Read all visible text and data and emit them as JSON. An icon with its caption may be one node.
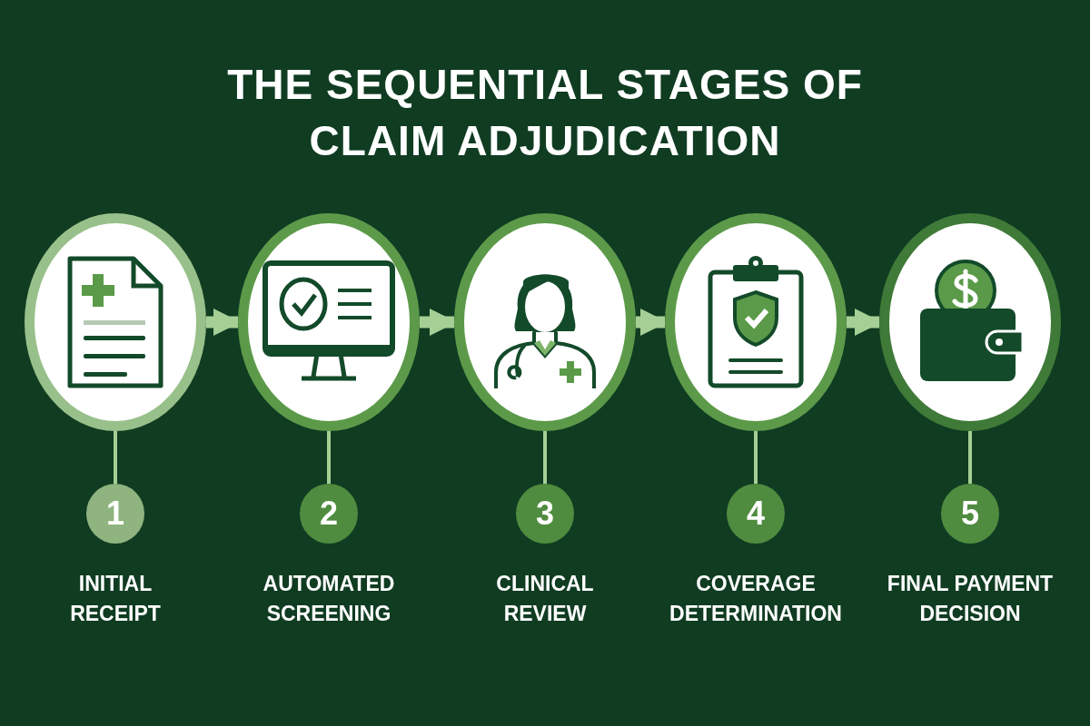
{
  "diagram": {
    "title": "THE SEQUENTIAL STAGES OF CLAIM ADJUDICATION",
    "nodes": [
      {
        "text": [],
        "shape": "circle"
      },
      {
        "text": [],
        "shape": "circle"
      },
      {
        "text": [],
        "shape": "circle"
      },
      {
        "text": [],
        "shape": "circle"
      },
      {
        "text": [],
        "shape": "circle"
      },
      {
        "text": [
          "1"
        ],
        "beside": [
          "INITIAL RECEIPT"
        ]
      },
      {
        "text": [
          "2"
        ],
        "beside": [
          "AUTOMATED SCREENING"
        ]
      },
      {
        "text": [
          "3"
        ],
        "beside": [
          "CLINICAL REVIEW"
        ]
      },
      {
        "text": [
          "4"
        ],
        "beside": [
          "COVERAGE DETERMINATION"
        ]
      },
      {
        "text": [
          "5"
        ],
        "beside": [
          "FINAL PAYMENT DECISION"
        ]
      }
    ],
    "edges": [
      {
        "from": 0,
        "to": 1,
        "arrow": "to",
        "style": "thick"
      },
      {
        "from": 1,
        "to": 2,
        "arrow": "to",
        "style": "thick"
      },
      {
        "from": 2,
        "to": 3,
        "arrow": "to",
        "style": "thick"
      },
      {
        "from": 3,
        "to": 4,
        "arrow": "to",
        "style": "thick"
      },
      {
        "from": 0,
        "to": 5,
        "arrow": "none"
      },
      {
        "from": 1,
        "to": 6,
        "arrow": "none"
      },
      {
        "from": 2,
        "to": 7,
        "arrow": "none"
      },
      {
        "from": 3,
        "to": 8,
        "arrow": "none"
      },
      {
        "from": 4,
        "to": 9,
        "arrow": "none"
      }
    ]
  }
}
